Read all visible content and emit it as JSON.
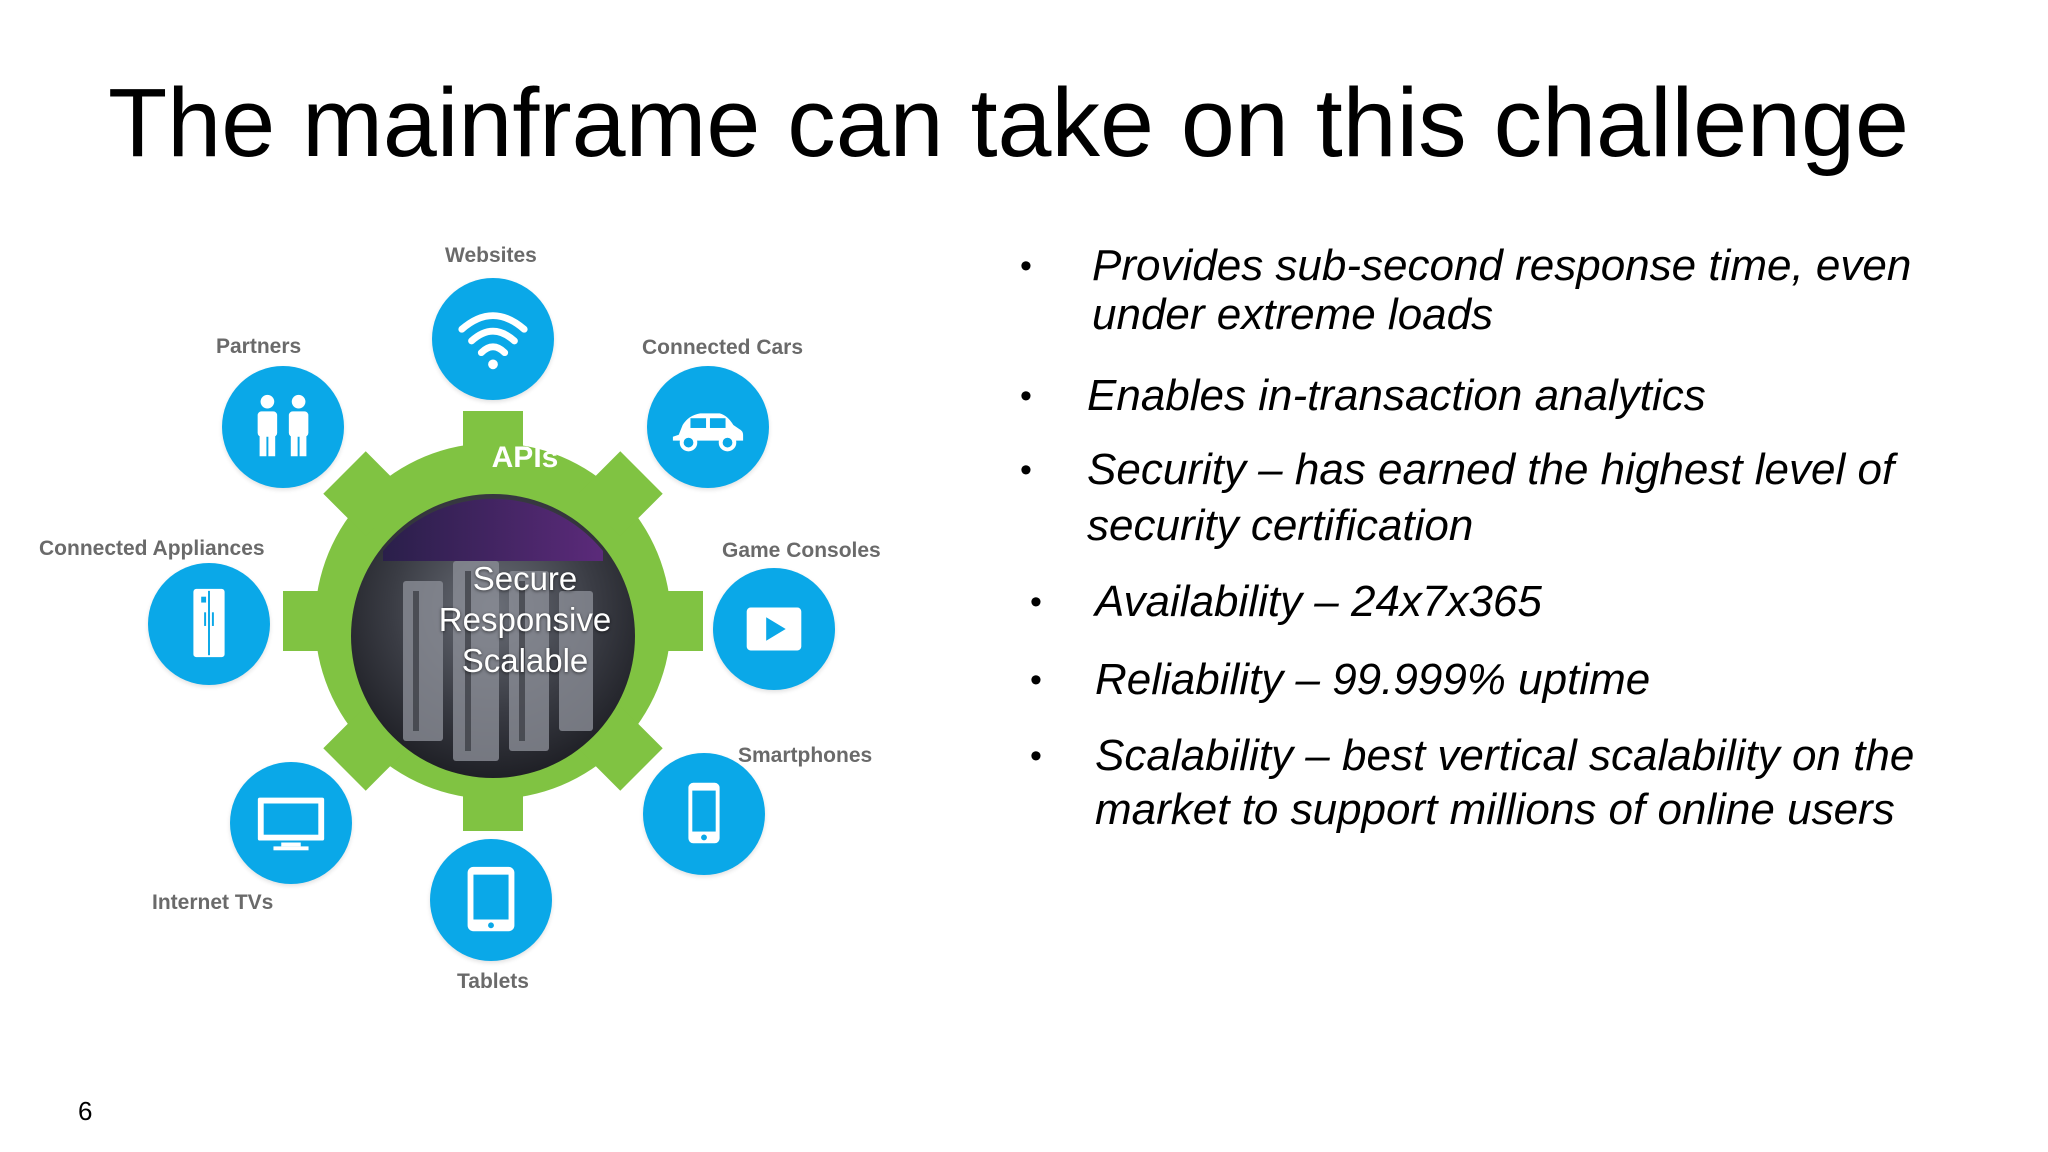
{
  "slide": {
    "title": "The mainframe can take on this challenge",
    "page_number": "6"
  },
  "diagram": {
    "hub_label": "APIs",
    "core_lines": [
      "Secure",
      "Responsive",
      "Scalable"
    ],
    "colors": {
      "node": "#0aa8e8",
      "gear": "#80c342",
      "label": "#6a6a6a"
    },
    "nodes": [
      {
        "label": "Websites",
        "icon": "wifi-icon"
      },
      {
        "label": "Connected Cars",
        "icon": "car-icon"
      },
      {
        "label": "Game Consoles",
        "icon": "play-icon"
      },
      {
        "label": "Smartphones",
        "icon": "smartphone-icon"
      },
      {
        "label": "Tablets",
        "icon": "tablet-icon"
      },
      {
        "label": "Internet TVs",
        "icon": "tv-icon"
      },
      {
        "label": "Connected Appliances",
        "icon": "refrigerator-icon"
      },
      {
        "label": "Partners",
        "icon": "people-icon"
      }
    ]
  },
  "bullets": [
    {
      "marker": "•",
      "lines": [
        "Provides sub-second response time, even",
        "under extreme loads"
      ]
    },
    {
      "marker": "•",
      "lines": [
        "Enables in-transaction analytics"
      ]
    },
    {
      "marker": "•",
      "lines": [
        "Security – has earned the highest level of",
        "security certification"
      ]
    },
    {
      "marker": "•",
      "lines": [
        "Availability – 24x7x365"
      ]
    },
    {
      "marker": "•",
      "lines": [
        "Reliability – 99.999% uptime"
      ]
    },
    {
      "marker": "•",
      "lines": [
        "Scalability – best vertical scalability on the",
        "market to support millions of online users"
      ]
    }
  ]
}
